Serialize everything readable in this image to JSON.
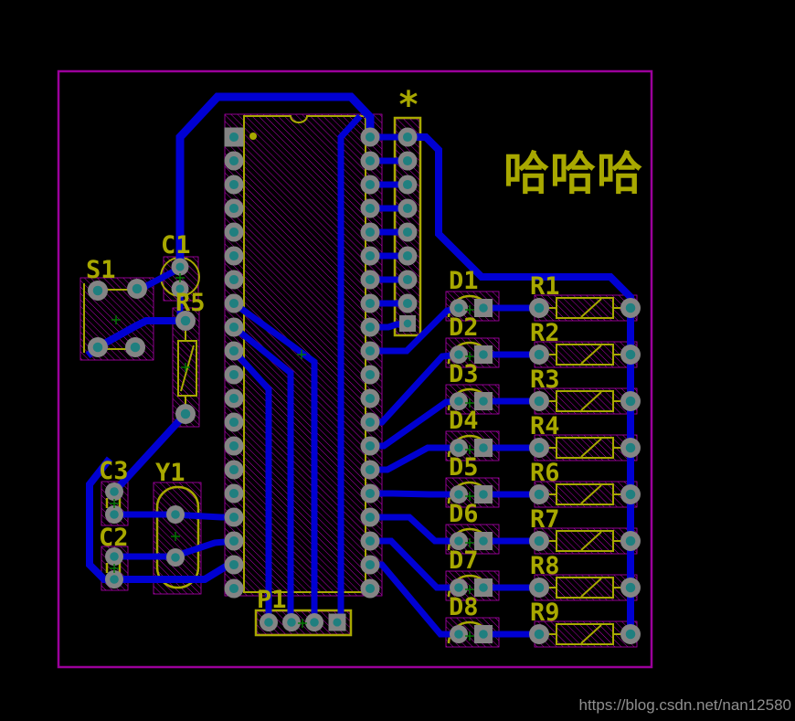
{
  "board": {
    "annotation_text": "哈哈哈",
    "pin1_marker": "*",
    "components": {
      "s1": "S1",
      "c1": "C1",
      "r5": "R5",
      "c3": "C3",
      "c2": "C2",
      "y1": "Y1",
      "p1": "P1",
      "diodes": [
        "D1",
        "D2",
        "D3",
        "D4",
        "D5",
        "D6",
        "D7",
        "D8"
      ],
      "resistors": [
        "R1",
        "R2",
        "R3",
        "R4",
        "R6",
        "R7",
        "R8",
        "R9"
      ]
    },
    "colors": {
      "background": "#000000",
      "board_outline": "#9b009b",
      "copper_trace": "#0000d2",
      "silkscreen": "#a8a800",
      "pad": "#848484",
      "drill_hole": "#1f7f7f",
      "hatch": "#b400b4",
      "origin_cross": "#007a00",
      "watermark": "#8f8f8f"
    }
  },
  "watermark": "https://blog.csdn.net/nan12580"
}
